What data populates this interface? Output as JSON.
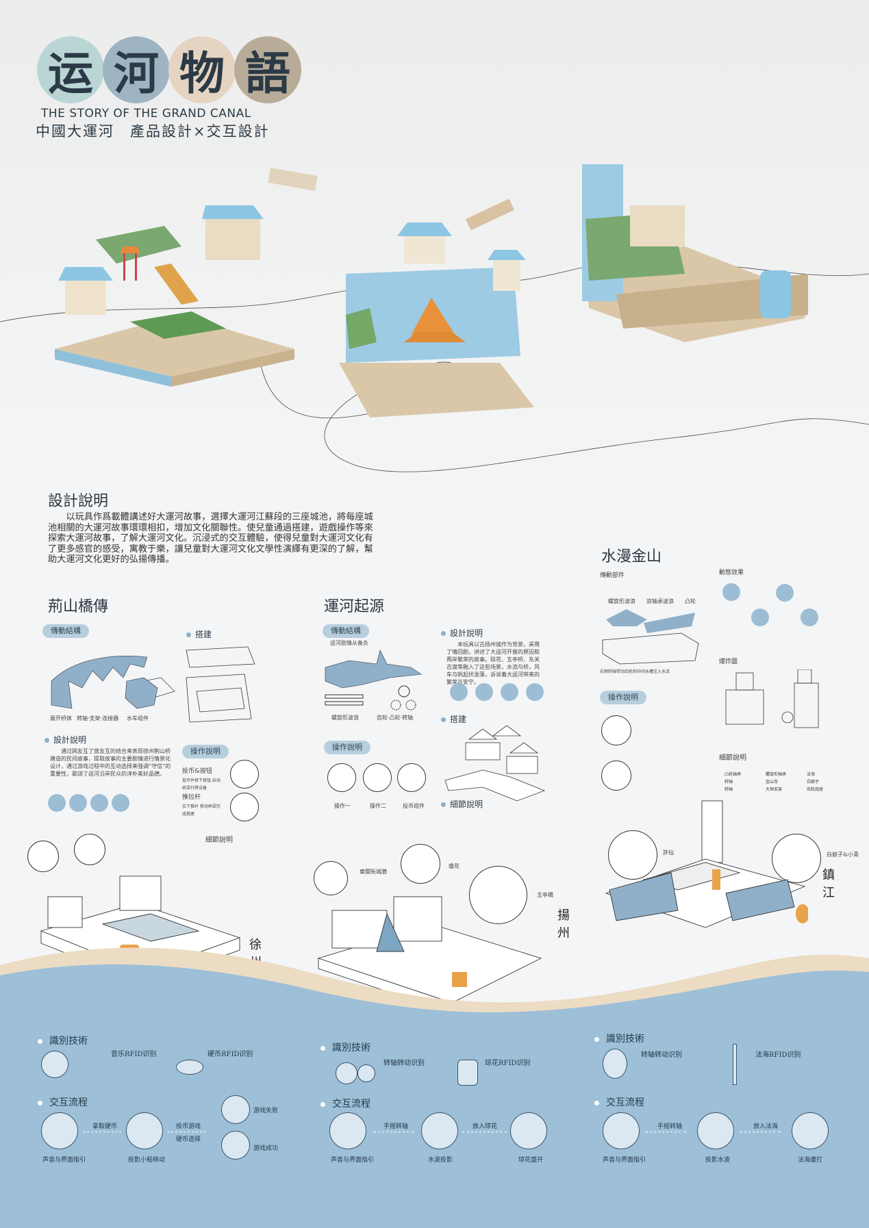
{
  "header": {
    "title_chars": [
      "运",
      "河",
      "物",
      "語"
    ],
    "circle_colors": [
      "#b9d6d5",
      "#9fb4c3",
      "#e4d4c1",
      "#b8ab98"
    ],
    "subtitle_en": "THE STORY OF THE GRAND CANAL",
    "subtitle_cn": "中國大運河　產品設計×交互設計"
  },
  "intro": {
    "heading": "設計說明",
    "body": "以玩具作爲載體講述好大運河故事，選擇大運河江蘇段的三座城池，將每座城池相關的大運河故事環環相扣，增加文化關聯性。使兒童通過搭建，遊戲操作等來探索大運河故事，了解大運河文化。沉浸式的交互體驗，使得兒童對大運河文化有了更多感官的感受，寓教于樂，讓兒童對大運河文化文學性演繹有更深的了解，幫助大運河文化更好的弘揚傳播。"
  },
  "sections": [
    {
      "title": "荊山橋傳",
      "drive": "傳動結構",
      "drive_captions": [
        "展开桥体",
        "转轴·支架·连接器",
        "水车组件"
      ],
      "build": "搭建",
      "design": "設計說明",
      "design_text": "通过网友互了放友互的结合来表现徐州荆山桥建造的民间故事，提取故事的主要剧情进行情景化设计，通过游戏过程中的互动选择来强调“守信”的重要性，歌颂了运河沿岸民众的淳朴美好品德。",
      "ops": "操作說明",
      "op1_title": "投币&按钮",
      "op1_text": "投币并按下按钮 启动桥梁升降设备",
      "op2_title": "推拉杆",
      "op2_text": "拉下推杆 移动桥梁完成搭建",
      "detail": "細節說明",
      "city": "徐州"
    },
    {
      "title": "運河起源",
      "drive": "傳動結構",
      "drive_sub": "运河剧情从备灸",
      "drive_captions": [
        "螺旋形波浪",
        "齿轮·凸轮·转轴"
      ],
      "design": "設計說明",
      "design_text": "本玩具以古扬州城作为背景，采用了情回剧，讲述了大运河开凿的原因和两岸繁荣的故事。琼花、五亭桥、东关古渡等融入了这些场景，水流与桥，风车与帆起伏涨落，诉说着大运河带来的繁荣与安宁。",
      "build": "搭建",
      "ops": "操作說明",
      "op_captions": [
        "操作一",
        "操作二",
        "投币组件"
      ],
      "detail": "細節說明",
      "callouts": [
        "東關街城牆",
        "瓊花",
        "五亭橋"
      ],
      "city": "揚州"
    },
    {
      "title": "水漫金山",
      "drive": "傳動部件",
      "drive_captions": [
        "螺旋形波浪",
        "双轴承波浪",
        "凸轮"
      ],
      "drive_note": "右侧转轴带动齿轮和中间水槽注入水流",
      "dynamic": "動態效果",
      "explode": "爆炸圖",
      "ops": "操作說明",
      "detail": "細節說明",
      "detail_items": [
        "凸轮轴承",
        "转轴",
        "转轴",
        "螺旋形轴承",
        "金山寺",
        "大钟支架",
        "法海",
        "白娘子",
        "齿轮底座"
      ],
      "callouts": [
        "許仙",
        "白娘子&小青"
      ],
      "city": "鎮江"
    }
  ],
  "bottom": [
    {
      "tech": "識別技術",
      "r1": "音乐RFID识别",
      "r2": "硬币RFID识别",
      "flow": "交互流程",
      "steps": [
        "声音与界面指引",
        "投影小船移动",
        "游戏失败",
        "游戏成功"
      ],
      "arrows": [
        "拿取硬币",
        "投币游戏",
        "硬币选择"
      ]
    },
    {
      "tech": "識別技術",
      "r1": "转轴转动识别",
      "r2": "琼花RFID识别",
      "flow": "交互流程",
      "steps": [
        "声音与界面指引",
        "水波投影",
        "琼花盛开"
      ],
      "arrows": [
        "手摇转轴",
        "放入琼花"
      ]
    },
    {
      "tech": "識別技術",
      "r1": "转轴转动识别",
      "r2": "法海RFID识别",
      "flow": "交互流程",
      "steps": [
        "声音与界面指引",
        "投影水波",
        "法海遭打"
      ],
      "arrows": [
        "手摇转轴",
        "放入法海"
      ]
    }
  ],
  "colors": {
    "blue": "#9dbfd7",
    "beige": "#ecdcc4",
    "pill": "#b7cedd",
    "orange": "#e8a24a"
  }
}
